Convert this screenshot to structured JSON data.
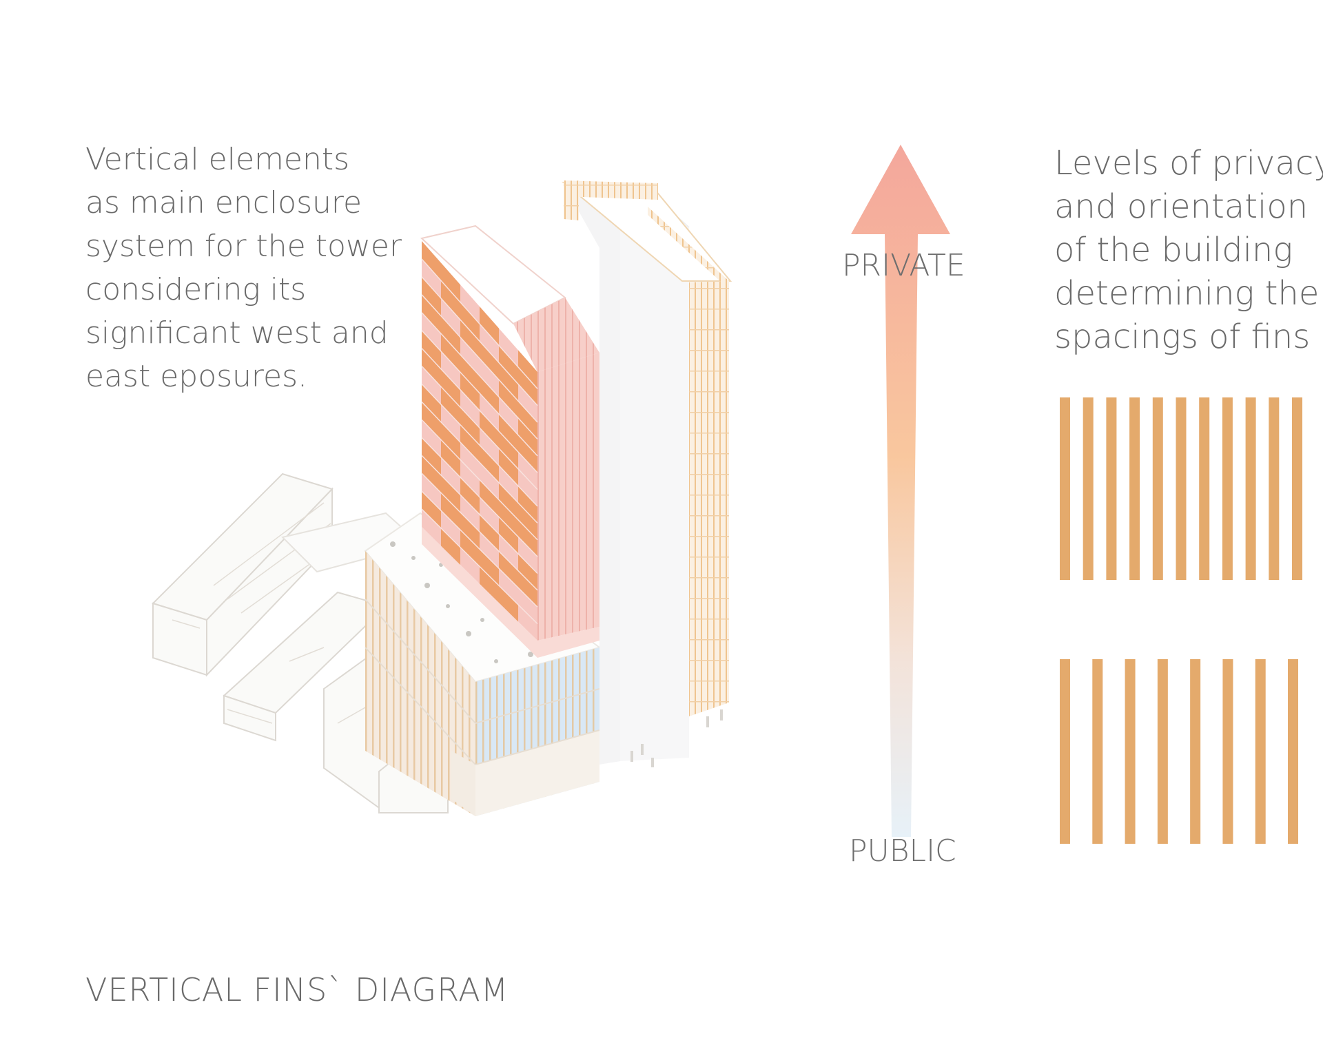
{
  "left_text": {
    "lines": [
      "Vertical elements",
      "as main enclosure",
      "system for the tower",
      "considering its",
      "significant west and",
      "east eposures."
    ]
  },
  "right_text": {
    "lines": [
      "Levels of privacy",
      "and orientation",
      "of the building",
      "determining the",
      "spacings of fins"
    ]
  },
  "arrow": {
    "top_label": "PRIVATE",
    "bottom_label": "PUBLIC"
  },
  "title": "VERTICAL FINS` DIAGRAM",
  "colors": {
    "fin": "#e4aa6c",
    "tower_orange": "#ee9f6a",
    "tower_pink": "#f6c6c0",
    "arrow_top": "#f4a79c",
    "arrow_mid": "#f9c79e",
    "arrow_bottom": "#e7f1f8",
    "podium_blue": "#cfe2f3"
  },
  "fin_patterns": [
    {
      "name": "dense",
      "count": 11
    },
    {
      "name": "sparse",
      "count": 8
    }
  ]
}
